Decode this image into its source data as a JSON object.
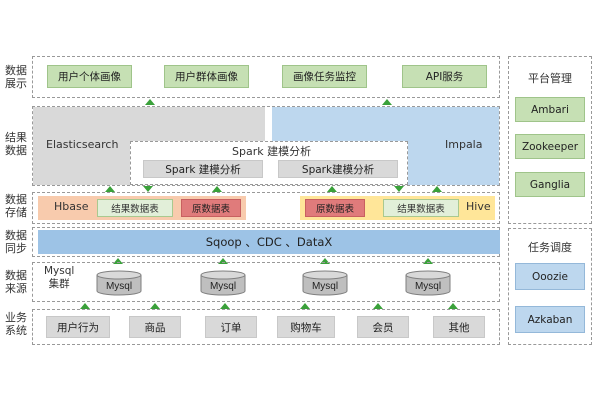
{
  "layers": {
    "display": "数据\n展示",
    "result": "结果\n数据",
    "storage": "数据\n存储",
    "sync": "数据\n同步",
    "source": "数据\n来源",
    "business": "业务\n系统"
  },
  "display_items": [
    "用户个体画像",
    "用户群体画像",
    "画像任务监控",
    "API服务"
  ],
  "result": {
    "elasticsearch": "Elasticsearch",
    "impala": "Impala",
    "spark_title": "Spark 建模分析",
    "spark_left": "Spark 建模分析",
    "spark_right": "Spark建模分析"
  },
  "storage": {
    "hbase": "Hbase",
    "hbase_result": "结果数据表",
    "hbase_raw": "原数据表",
    "hive_raw": "原数据表",
    "hive_result": "结果数据表",
    "hive": "Hive"
  },
  "sync_text": "Sqoop  、CDC  、DataX",
  "source": {
    "cluster_label": "Mysql\n集群",
    "mysql": [
      "Mysql",
      "Mysql",
      "Mysql",
      "Mysql"
    ]
  },
  "business_items": [
    "用户行为",
    "商品",
    "订单",
    "购物车",
    "会员",
    "其他"
  ],
  "right_panel": {
    "platform_title": "平台管理",
    "platform_items": [
      "Ambari",
      "Zookeeper",
      "Ganglia"
    ],
    "schedule_title": "任务调度",
    "schedule_items": [
      "Ooozie",
      "Azkaban"
    ]
  },
  "colors": {
    "green_fill": "#c6e0b4",
    "blue_fill": "#bdd7ee",
    "gray_fill": "#d9d9d9",
    "sync_bar": "#9dc3e6",
    "hbase_fill": "#f8cbad",
    "hive_fill": "#ffe699",
    "raw_table": "#e07b7b",
    "arrow": "#3aa13a"
  }
}
